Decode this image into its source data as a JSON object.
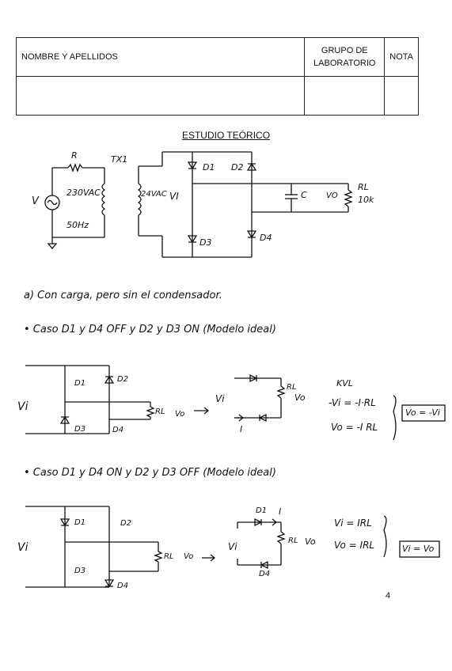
{
  "header": {
    "name_label": "NOMBRE Y APELLIDOS",
    "group_label_1": "GRUPO DE",
    "group_label_2": "LABORATORIO",
    "grade_label": "NOTA"
  },
  "section_title": "ESTUDIO TEÓRICO",
  "circuit": {
    "r_label": "R",
    "tx_label": "TX1",
    "primary_voltage": "230VAC",
    "frequency": "50Hz",
    "secondary_voltage": "24VAC",
    "vi_label": "VI",
    "v_label": "V",
    "d1": "D1",
    "d2": "D2",
    "d3": "D3",
    "d4": "D4",
    "c_label": "C",
    "vo_label": "VO",
    "rl_label": "RL",
    "rl_value": "10k"
  },
  "notes": {
    "part_a": "a)  Con carga, pero sin el condensador.",
    "case1": "• Caso  D1 y D4 OFF   y  D2 y D3 ON   (Modelo ideal)",
    "case2": "• Caso  D1 y D4 ON   y  D2 y D3 OFF  (Modelo ideal)"
  },
  "case1": {
    "vi": "Vi",
    "d1": "D1",
    "d2": "D2",
    "d3": "D3",
    "d4": "D4",
    "rl": "RL",
    "vo": "Vo",
    "current": "I",
    "kvl_title": "KVL",
    "eq1": "-Vi = -I·RL",
    "eq2": "Vo = -I RL",
    "result": "Vo = -Vi"
  },
  "case2": {
    "vi": "Vi",
    "d1": "D1",
    "d2": "D2",
    "d3": "D3",
    "d4": "D4",
    "rl": "RL",
    "vo": "Vo",
    "current": "I",
    "eq1": "Vi = IRL",
    "eq2": "Vo = IRL",
    "result": "Vi = Vo"
  },
  "page_number": "4"
}
